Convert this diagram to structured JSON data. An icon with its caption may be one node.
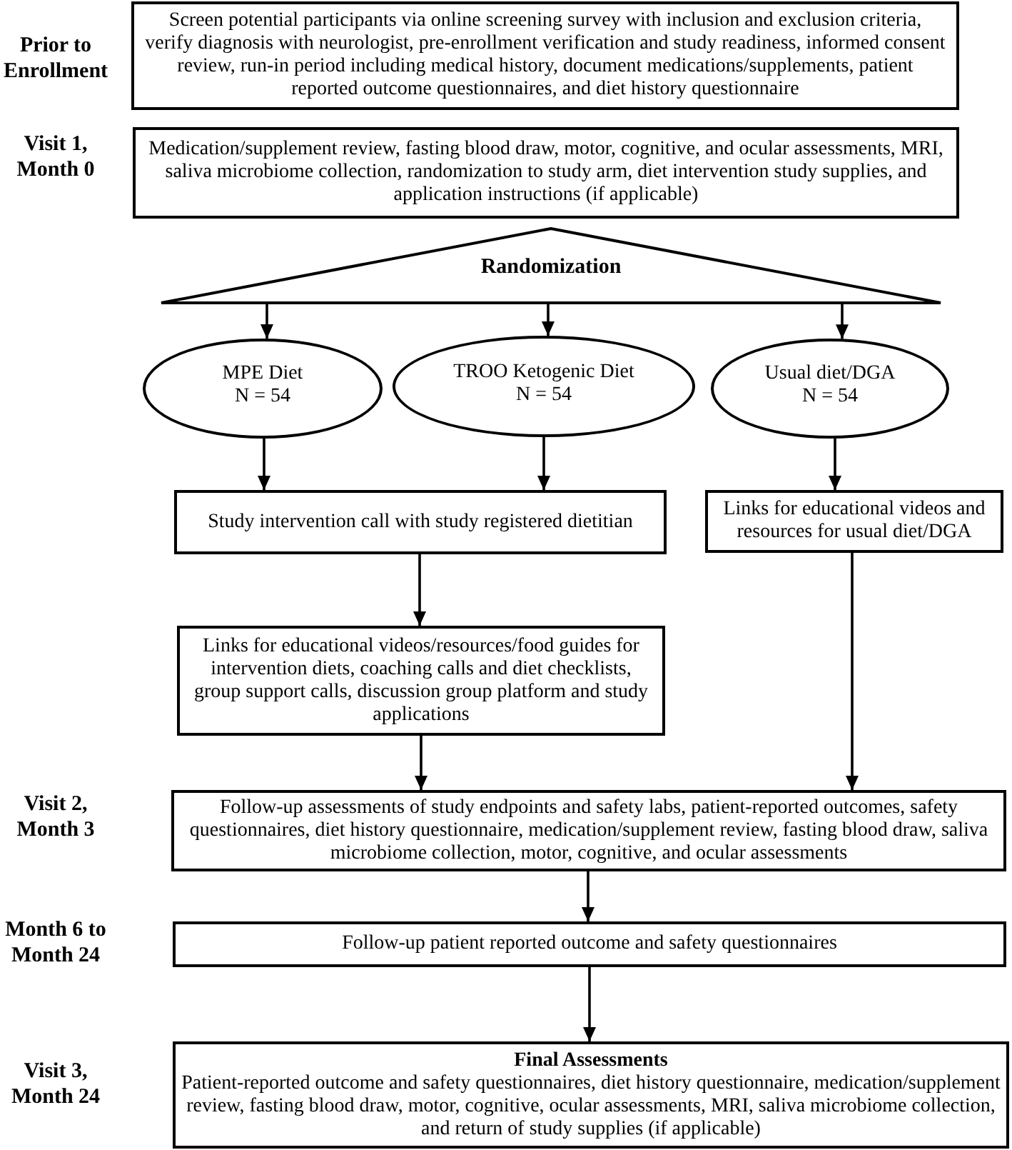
{
  "diagram": {
    "nodes": [
      {
        "text": [
          "Screen potential participants via online screening survey with inclusion and exclusion criteria, verify diagnosis with neurologist, pre-enrollment verification and study readiness, informed consent review, run-in period including medical history, document medications/supplements, patient reported outcome questionnaires, and diet history questionnaire"
        ],
        "beside": [
          "Prior to Enrollment"
        ]
      },
      {
        "text": [
          "Medication/supplement review, fasting blood draw, motor, cognitive, and ocular assessments, MRI, saliva microbiome collection, randomization to study arm, diet intervention study supplies, and application instructions (if applicable)"
        ],
        "beside": [
          "Visit 1, Month 0"
        ]
      },
      {
        "text": [
          "Randomization"
        ]
      },
      {
        "text": [
          "MPE Diet",
          "N = 54"
        ]
      },
      {
        "text": [
          "TROO Ketogenic Diet",
          "N = 54"
        ]
      },
      {
        "text": [
          "Usual diet/DGA",
          "N = 54"
        ]
      },
      {
        "text": [
          "Study intervention call with study registered dietitian"
        ]
      },
      {
        "text": [
          "Links for educational videos and resources for usual diet/DGA"
        ]
      },
      {
        "text": [
          "Links for educational videos/resources/food guides for intervention diets, coaching calls and diet checklists, group support calls, discussion group platform and study applications"
        ]
      },
      {
        "text": [
          "Follow-up assessments of study endpoints and safety labs, patient-reported outcomes, safety questionnaires, diet history questionnaire, medication/supplement review, fasting blood draw, saliva microbiome collection, motor, cognitive, and ocular assessments"
        ],
        "beside": [
          "Visit 2, Month 3"
        ]
      },
      {
        "text": [
          "Follow-up patient reported outcome and safety questionnaires"
        ],
        "beside": [
          "Month 6 to Month 24"
        ]
      },
      {
        "text": [
          "Final Assessments",
          "Patient-reported outcome and safety questionnaires, diet history questionnaire, medication/supplement review, fasting blood draw, motor, cognitive, ocular assessments, MRI, saliva microbiome collection, and return of study supplies (if applicable)"
        ],
        "beside": [
          "Visit 3, Month 24"
        ]
      }
    ],
    "edges": [
      {
        "from": 2,
        "to": 3,
        "arrow": "to"
      },
      {
        "from": 2,
        "to": 4,
        "arrow": "to"
      },
      {
        "from": 2,
        "to": 5,
        "arrow": "to"
      },
      {
        "from": 3,
        "to": 6,
        "arrow": "to"
      },
      {
        "from": 4,
        "to": 6,
        "arrow": "to"
      },
      {
        "from": 5,
        "to": 7,
        "arrow": "to"
      },
      {
        "from": 6,
        "to": 8,
        "arrow": "to"
      },
      {
        "from": 8,
        "to": 9,
        "arrow": "to"
      },
      {
        "from": 7,
        "to": 9,
        "arrow": "to"
      },
      {
        "from": 9,
        "to": 10,
        "arrow": "to"
      },
      {
        "from": 10,
        "to": 11,
        "arrow": "to"
      }
    ]
  }
}
